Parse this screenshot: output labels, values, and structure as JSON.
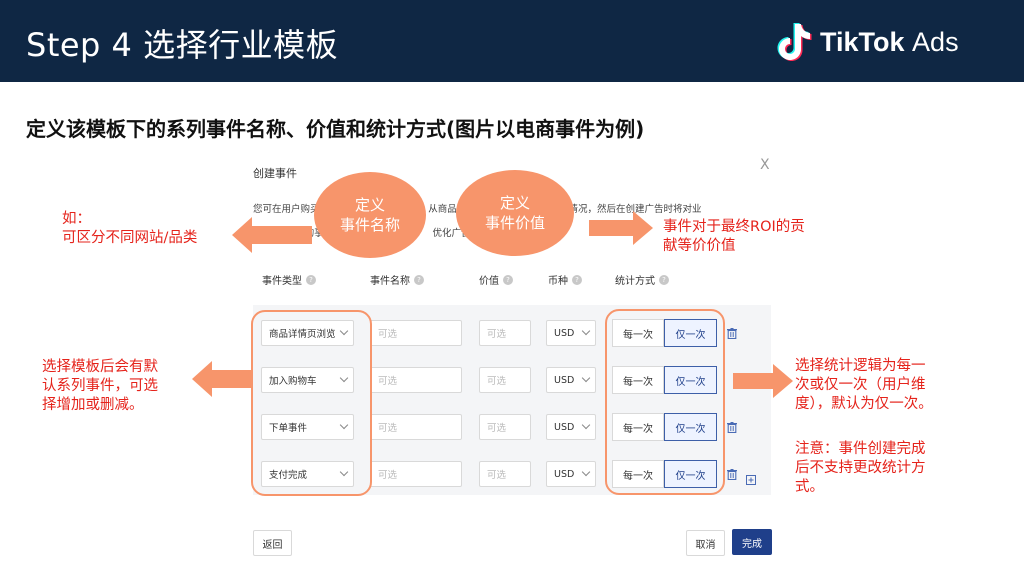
{
  "header": {
    "title": "Step 4 选择行业模板",
    "logo_text": "TikTok",
    "logo_suffix": "Ads"
  },
  "subtitle": "定义该模板下的系列事件名称、价值和统计方式(图片以电商事件为例)",
  "dialog": {
    "title": "创建事件",
    "close": "X",
    "description_lines": [
      "您可在用户购买                                    从商品               用户的流程体验情况，然后在创建广告时将对业",
      "务              的事                                    优化广告"
    ],
    "columns": {
      "type": "事件类型",
      "name": "事件名称",
      "value": "价值",
      "currency": "币种",
      "stat": "统计方式"
    },
    "rows": [
      {
        "type": "商品详情页浏览",
        "name_placeholder": "可选",
        "value_placeholder": "可选",
        "currency": "USD",
        "stat_each": "每一次",
        "stat_once": "仅一次"
      },
      {
        "type": "加入购物车",
        "name_placeholder": "可选",
        "value_placeholder": "可选",
        "currency": "USD",
        "stat_each": "每一次",
        "stat_once": "仅一次"
      },
      {
        "type": "下单事件",
        "name_placeholder": "可选",
        "value_placeholder": "可选",
        "currency": "USD",
        "stat_each": "每一次",
        "stat_once": "仅一次"
      },
      {
        "type": "支付完成",
        "name_placeholder": "可选",
        "value_placeholder": "可选",
        "currency": "USD",
        "stat_each": "每一次",
        "stat_once": "仅一次"
      }
    ],
    "back_button": "返回",
    "cancel_button": "取消",
    "done_button": "完成"
  },
  "bubbles": {
    "name": [
      "定义",
      "事件名称"
    ],
    "value": [
      "定义",
      "事件价值"
    ]
  },
  "notes": {
    "left_top": [
      "如：",
      "可区分不同网站/品类"
    ],
    "right_top": [
      "事件对于最终ROI的贡",
      "献等价价值"
    ],
    "left_mid": [
      "选择模板后会有默",
      "认系列事件，可选",
      "择增加或删减。"
    ],
    "right_mid": [
      "选择统计逻辑为每一",
      "次或仅一次（用户维",
      "度），默认为仅一次。"
    ],
    "right_bottom": [
      "注意：事件创建完成",
      "后不支持更改统计方",
      "式。"
    ]
  },
  "colors": {
    "header_bg": "#0f2744",
    "accent_orange": "#f7956b",
    "note_red": "#e5231b",
    "primary_blue": "#1f3f8a"
  }
}
